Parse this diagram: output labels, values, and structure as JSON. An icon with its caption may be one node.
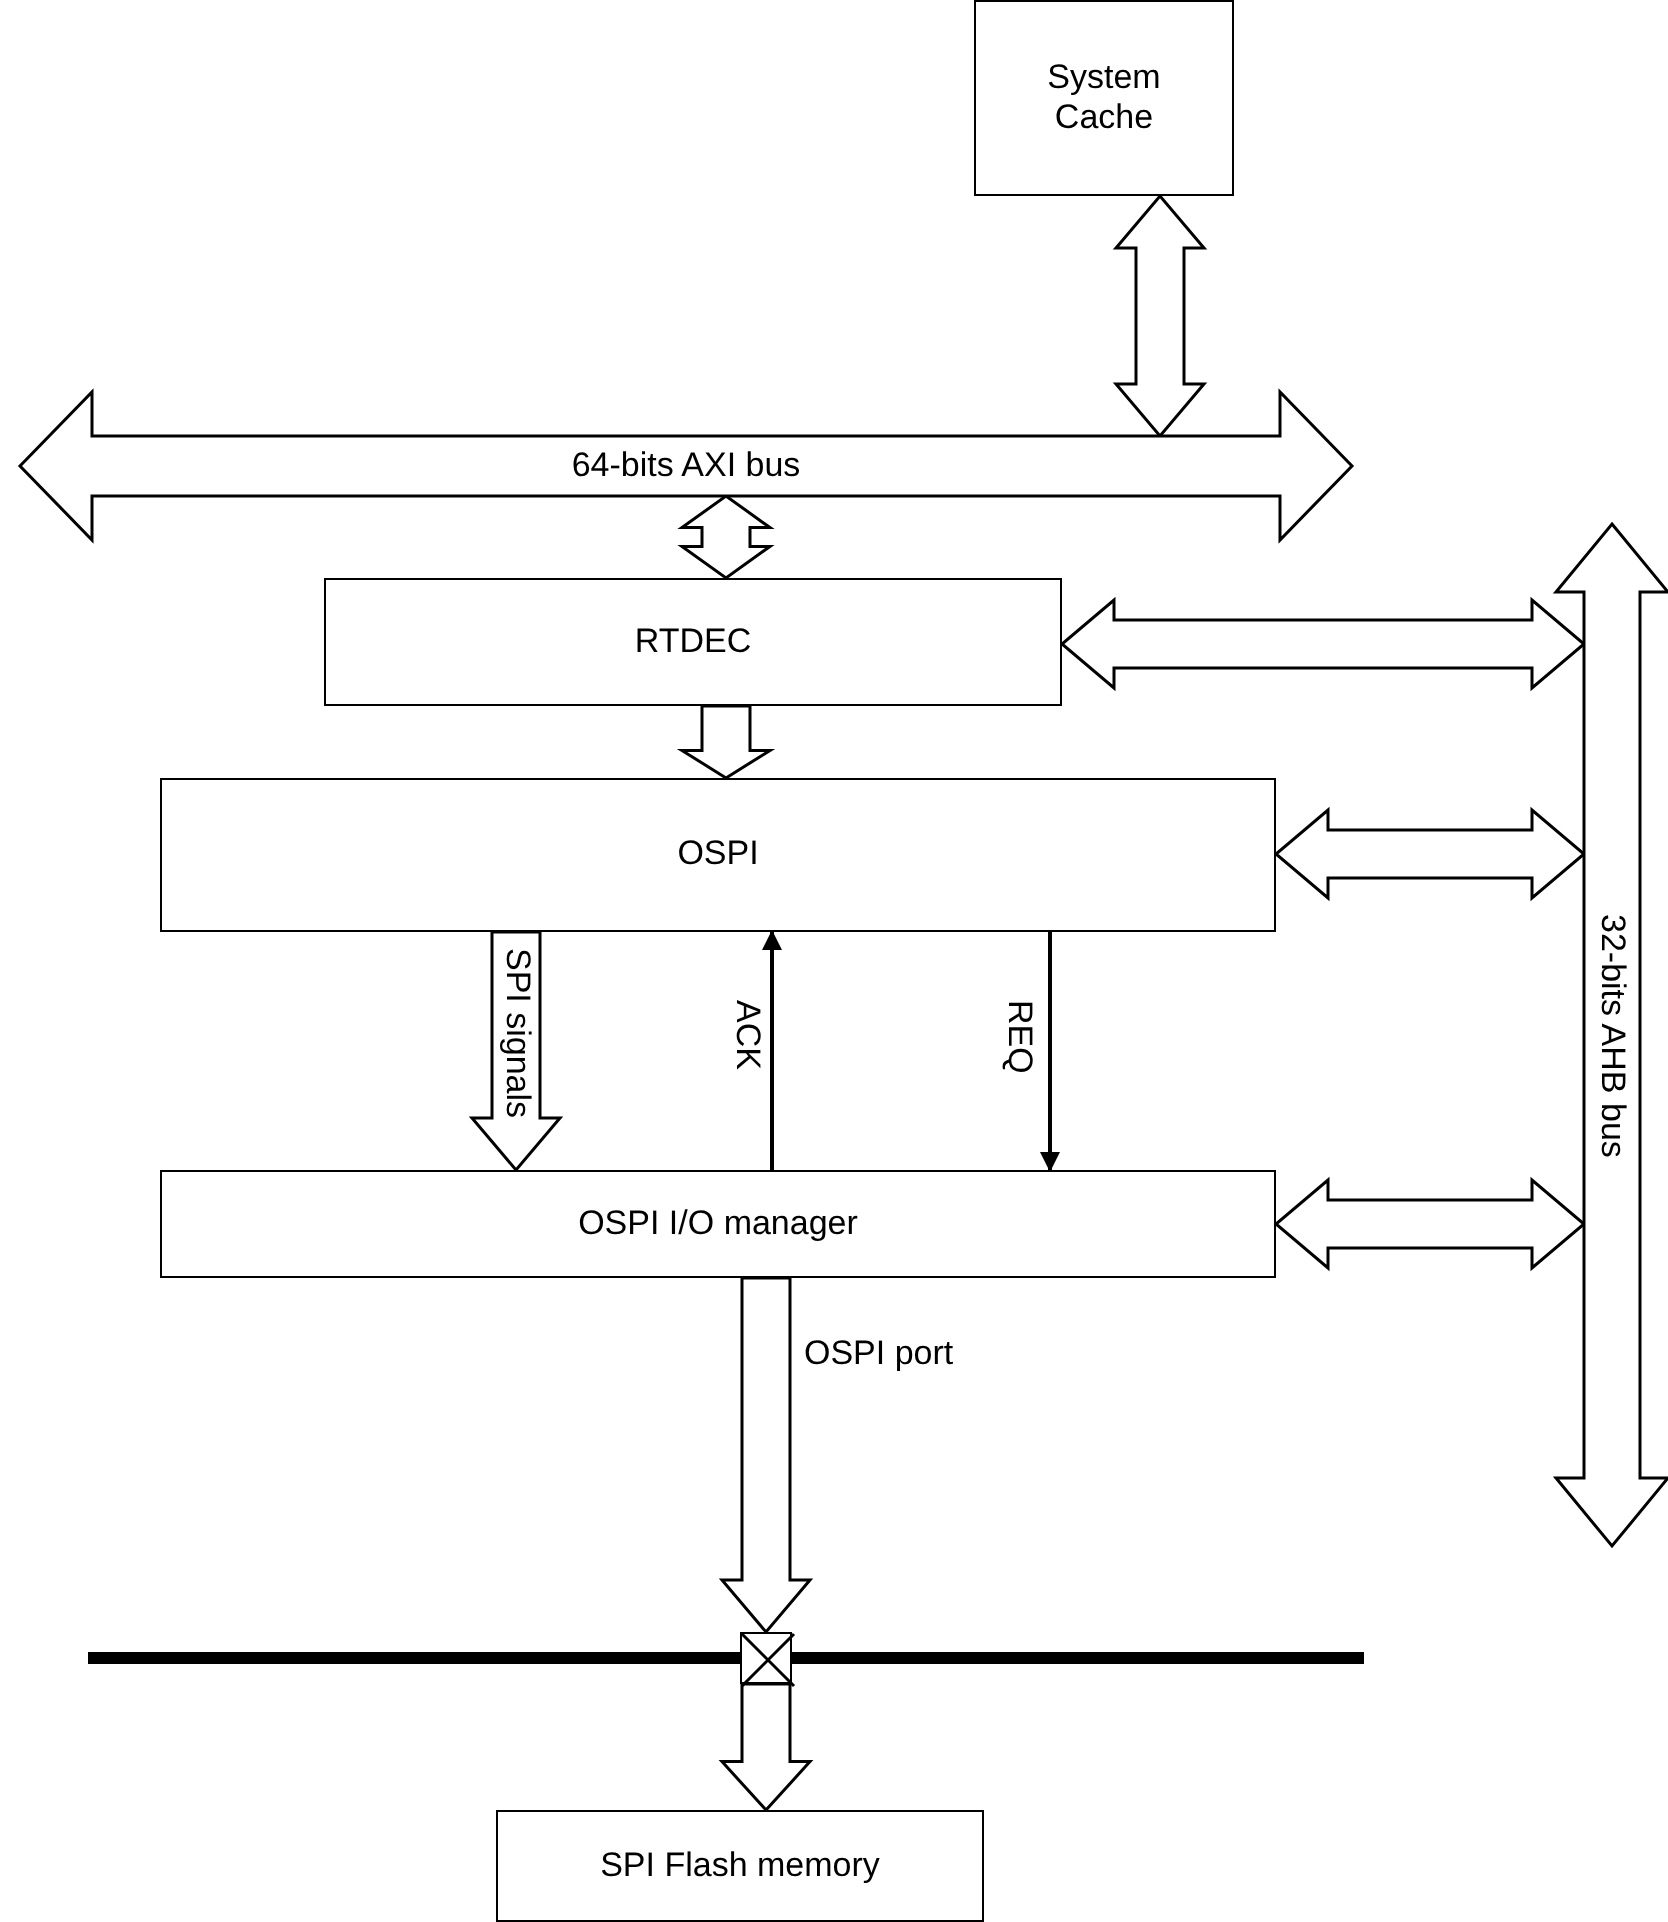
{
  "diagram": {
    "nodes": [
      {
        "text": [
          "System Cache"
        ]
      },
      {
        "text": [
          "64-bits AXI bus"
        ]
      },
      {
        "text": [
          "RTDEC"
        ]
      },
      {
        "text": [
          "OSPI"
        ]
      },
      {
        "text": [
          "OSPI I/O manager"
        ]
      },
      {
        "text": [
          "32-bits AHB bus"
        ]
      },
      {
        "text": [],
        "shape": "bar"
      },
      {
        "text": [],
        "shape": "box"
      },
      {
        "text": [
          "SPI Flash memory"
        ]
      }
    ],
    "edges": [
      {
        "from": 0,
        "to": 1,
        "arrow": "both",
        "style": "thick"
      },
      {
        "from": 1,
        "to": 2,
        "arrow": "both",
        "style": "thick"
      },
      {
        "from": 2,
        "to": 3,
        "arrow": "to",
        "style": "thick"
      },
      {
        "from": 2,
        "to": 5,
        "arrow": "both",
        "style": "thick"
      },
      {
        "from": 3,
        "to": 5,
        "arrow": "both",
        "style": "thick"
      },
      {
        "from": 3,
        "to": 4,
        "arrow": "to",
        "style": "thick",
        "label": "SPI signals"
      },
      {
        "from": 4,
        "to": 3,
        "arrow": "to",
        "label": "ACK"
      },
      {
        "from": 3,
        "to": 4,
        "arrow": "to",
        "label": "REQ"
      },
      {
        "from": 4,
        "to": 5,
        "arrow": "both",
        "style": "thick"
      },
      {
        "from": 4,
        "to": 7,
        "arrow": "to",
        "style": "thick",
        "label": "OSPI port"
      },
      {
        "from": 7,
        "to": 8,
        "arrow": "to",
        "style": "thick"
      }
    ]
  }
}
